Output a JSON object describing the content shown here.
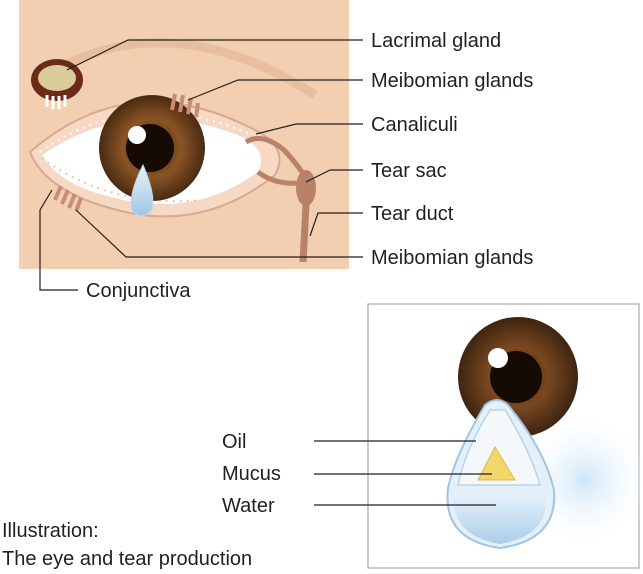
{
  "eye_diagram": {
    "labels": {
      "lacrimal_gland": "Lacrimal gland",
      "meibomian_upper": "Meibomian glands",
      "canaliculi": "Canaliculi",
      "tear_sac": "Tear sac",
      "tear_duct": "Tear duct",
      "meibomian_lower": "Meibomian glands",
      "conjunctiva": "Conjunctiva"
    }
  },
  "tear_diagram": {
    "labels": {
      "oil": "Oil",
      "mucus": "Mucus",
      "water": "Water"
    }
  },
  "caption": {
    "line1": "Illustration:",
    "line2": "The eye and tear production"
  },
  "colors": {
    "skin": "#f1cfb0",
    "iris": "#7a4a22",
    "sclera": "#ffffff",
    "duct": "#b98268",
    "line": "#231f20"
  }
}
